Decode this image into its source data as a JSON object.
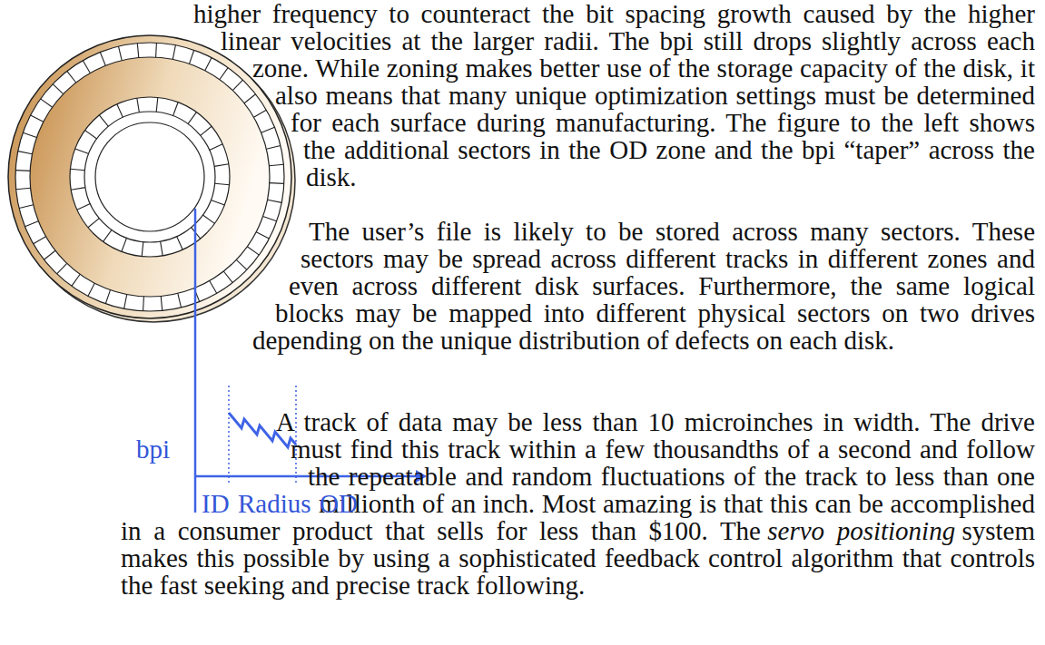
{
  "diagram": {
    "labels": [
      "higher frequency to counteract the bit spacing growth caused by the higher linear velocities at the larger radii. The bpi still drops slightly across each zone. While zoning makes better use of the storage capacity of the disk, it also means that many unique optimization settings must be determined for each surface during manufacturing. The figure to the left shows the additional sectors in the OD zone and the bpi “taper” across the disk.",
      "The user’s file is likely to be stored across many sectors. These sectors may be spread across different tracks in different zones and even across different disk surfaces. Furthermore, the same logical blocks may be mapped into different physical sectors on two drives depending on the unique distribution of defects on each disk.",
      "A track of data may be less than 10 microinches in width. The drive must find this track within a few thousandths of a second and follow the repeatable and random fluctuations of the track to less than one millionth of an inch. Most amazing is that this can be accomplished in a consumer product that sells for less than $100. The",
      "servo positioning",
      "system makes this possible by using a sophisticated feedback control algorithm that controls the fast seeking and precise track following.",
      "bpi",
      "ID",
      "Radius",
      "OD"
    ]
  }
}
